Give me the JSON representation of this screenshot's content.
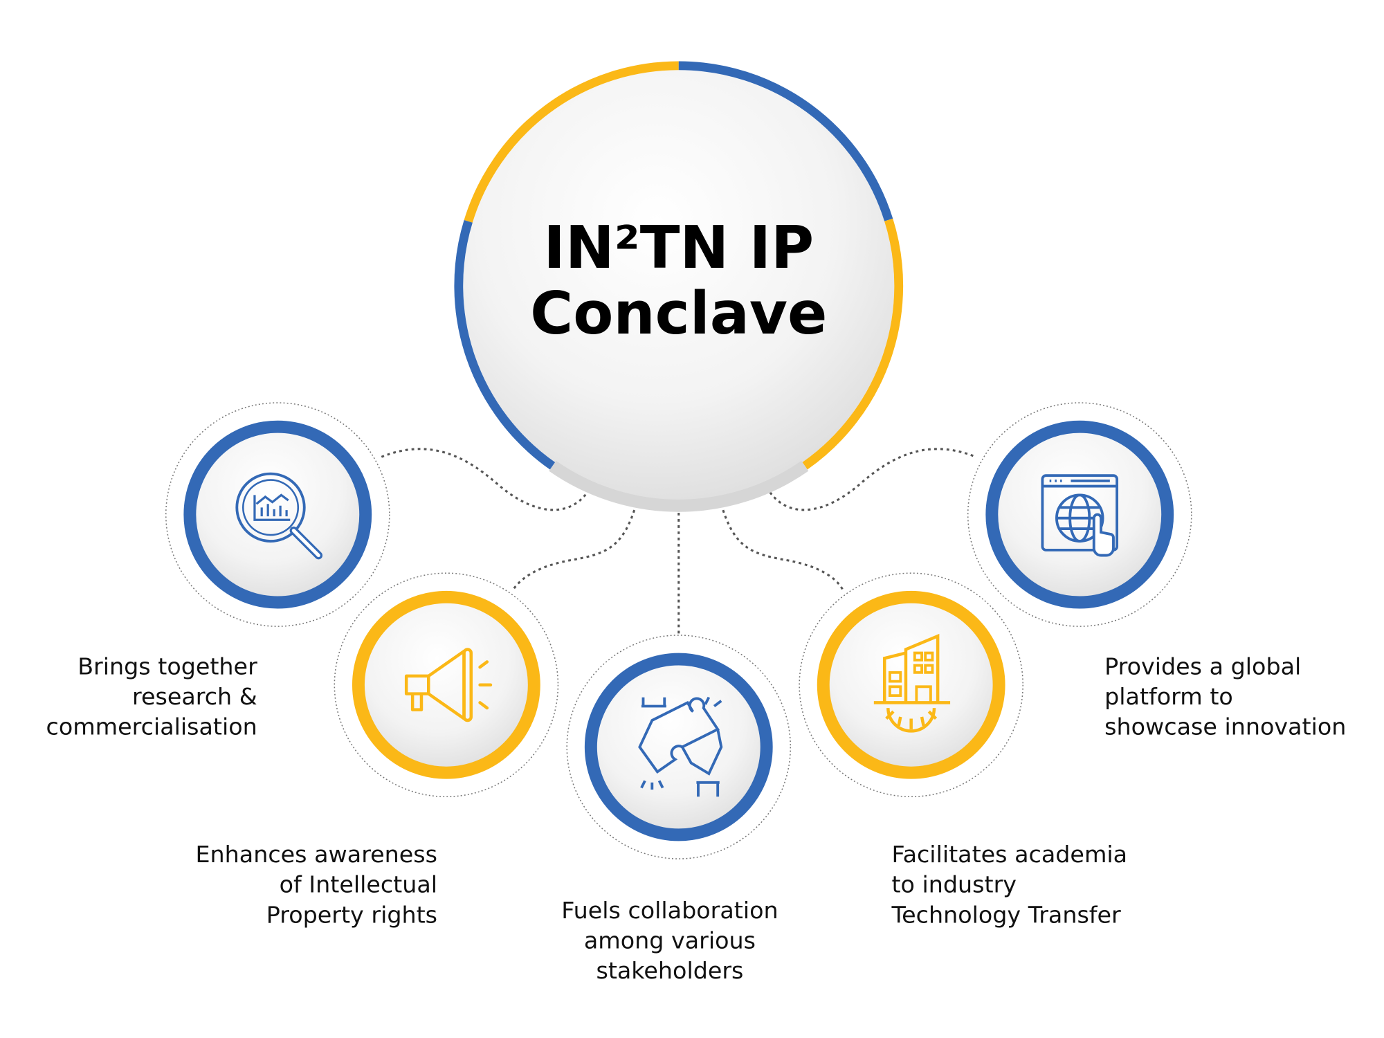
{
  "colors": {
    "blue": "#3369b6",
    "yellow": "#fbb817",
    "gray": "#d6d6d6"
  },
  "center": {
    "title_line1": "IN²TN IP",
    "title_line2": "Conclave"
  },
  "nodes": [
    {
      "icon": "magnifier-chart-icon",
      "ring": "blue",
      "lines": [
        "Brings together",
        "research &",
        "commercialisation"
      ]
    },
    {
      "icon": "megaphone-icon",
      "ring": "yellow",
      "lines": [
        "Enhances awareness",
        "of Intellectual",
        "Property rights"
      ]
    },
    {
      "icon": "puzzle-hands-icon",
      "ring": "blue",
      "lines": [
        "Fuels collaboration",
        "among various",
        "stakeholders"
      ]
    },
    {
      "icon": "building-gear-icon",
      "ring": "yellow",
      "lines": [
        "Facilitates academia",
        "to industry",
        "Technology Transfer"
      ]
    },
    {
      "icon": "browser-globe-icon",
      "ring": "blue",
      "lines": [
        "Provides a global",
        "platform to",
        "showcase innovation"
      ]
    }
  ]
}
